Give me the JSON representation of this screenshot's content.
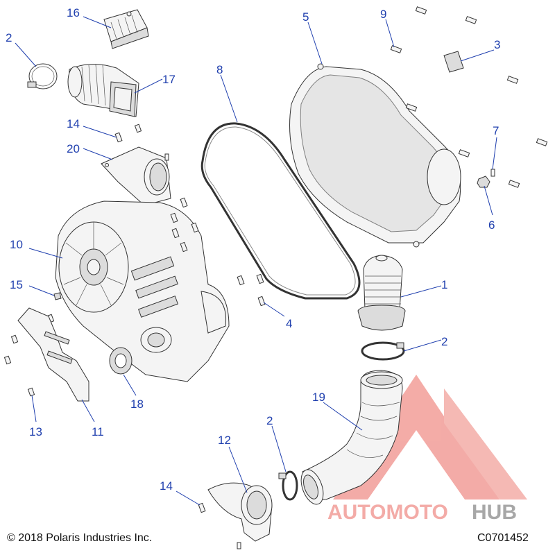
{
  "callouts": {
    "c16": "16",
    "c2a": "2",
    "c17": "17",
    "c14a": "14",
    "c20": "20",
    "c8": "8",
    "c5": "5",
    "c9": "9",
    "c3": "3",
    "c7": "7",
    "c6": "6",
    "c10": "10",
    "c15": "15",
    "c4": "4",
    "c1": "1",
    "c2b": "2",
    "c11": "11",
    "c13": "13",
    "c18": "18",
    "c19": "19",
    "c12": "12",
    "c2c": "2",
    "c14b": "14"
  },
  "footer": {
    "copyright": "© 2018 Polaris Industries Inc.",
    "drawing_code": "C0701452"
  },
  "watermark": {
    "part1": "AUTOMOTO",
    "part2": "HUB",
    "color_primary": "#f0908a",
    "color_secondary": "#8a8a8a"
  },
  "colors": {
    "callout": "#1f3fae",
    "outline": "#333333"
  }
}
